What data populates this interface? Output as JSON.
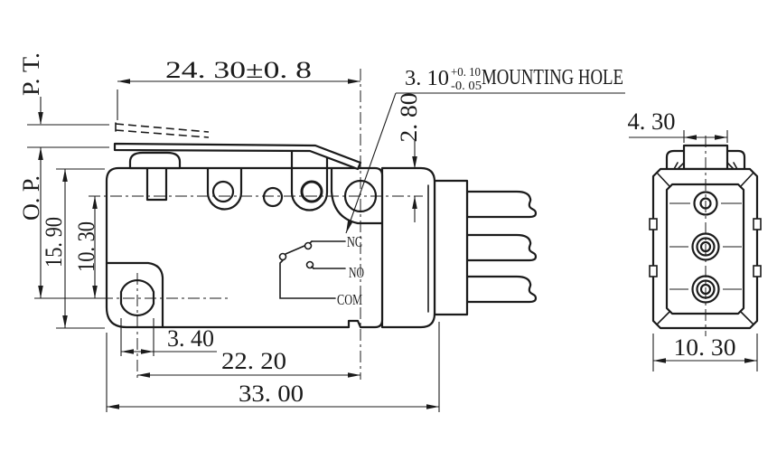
{
  "title": "Microswitch technical drawing",
  "front_view": {
    "dim_lever_free": "24. 30±0. 8",
    "mounting_hole": {
      "value": "3. 10",
      "tol_plus": "+0. 10",
      "tol_minus": "-0. 05",
      "label": "MOUNTING HOLE"
    },
    "dim_hole_top": "2. 80",
    "pretravel_label": "P. T.",
    "operating_pos_label": "O. P.",
    "dim_body_height": "15. 90",
    "dim_hole_span_v": "10. 30",
    "dim_hole_width": "3. 40",
    "dim_hole_span_h": "22. 20",
    "dim_body_length": "33. 00",
    "contacts": {
      "nc": "NC",
      "no": "NO",
      "com": "COM"
    }
  },
  "side_view": {
    "dim_button_width": "4. 30",
    "dim_body_width": "10. 30"
  },
  "colors": {
    "line": "#1b1b1b",
    "background": "#ffffff"
  }
}
